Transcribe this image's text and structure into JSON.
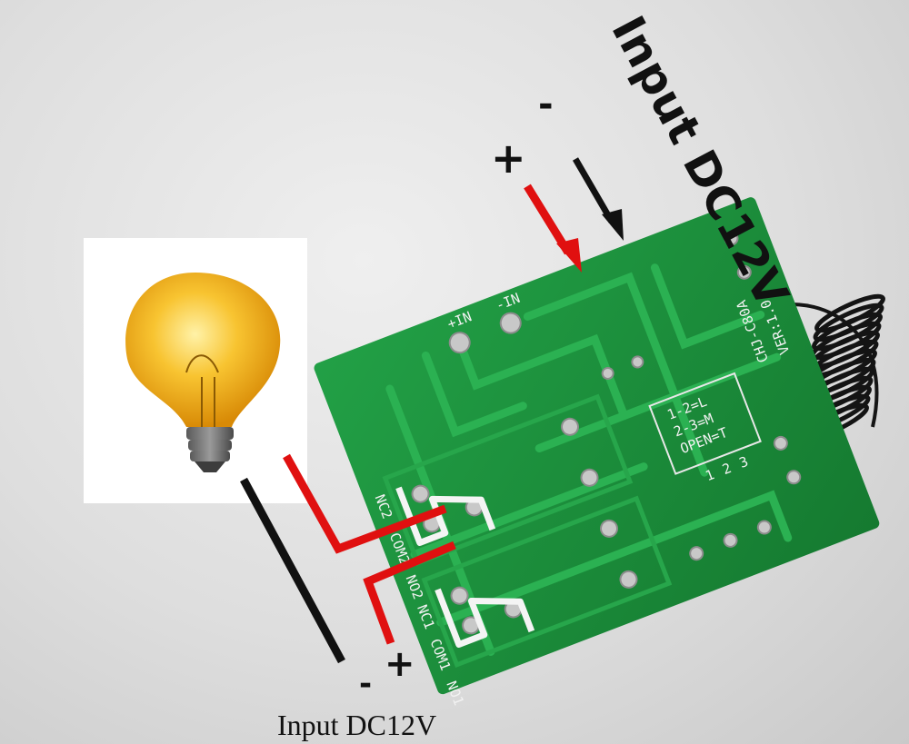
{
  "labels": {
    "top_input": "Input DC12V",
    "bottom_input": "Input DC12V",
    "top_plus": "+",
    "top_minus": "-",
    "bottom_plus": "+",
    "bottom_minus": "-"
  },
  "board": {
    "power_pos": "+IN",
    "power_neg": "-IN",
    "model": "CHJ-C80A",
    "version": "VER:1.0",
    "mode_lines": [
      "1-2=L",
      "2-3=M",
      "OPEN=T"
    ],
    "jumper_pins": [
      "1",
      "2",
      "3"
    ],
    "terminals": [
      "NC2",
      "COM2",
      "NO2",
      "NC1",
      "COM1",
      "NO1"
    ]
  },
  "colors": {
    "pcb": "#1f8f3c",
    "positive_wire": "#e01010",
    "negative_wire": "#111111",
    "bulb": "#f6b21a"
  }
}
